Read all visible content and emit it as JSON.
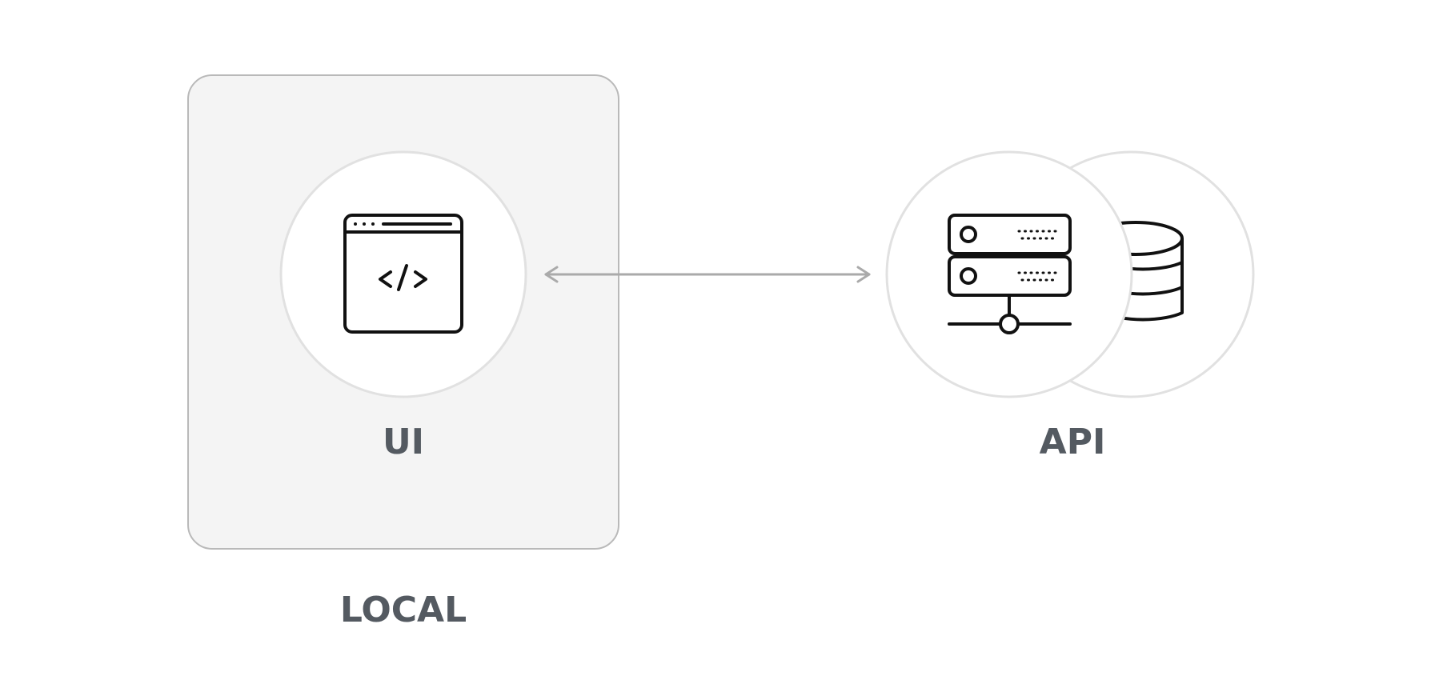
{
  "diagram": {
    "local_zone_label": "LOCAL",
    "ui_node_label": "UI",
    "api_node_label": "API",
    "icons": {
      "ui": "browser-code-icon",
      "api": "server-icon",
      "storage": "database-icon"
    },
    "colors": {
      "zone_fill": "#f4f4f4",
      "zone_stroke": "#b9b9b9",
      "circle_stroke": "#e1e1e1",
      "connector": "#aaaaaa",
      "label_text": "#545a61",
      "icon_stroke": "#111111"
    }
  }
}
